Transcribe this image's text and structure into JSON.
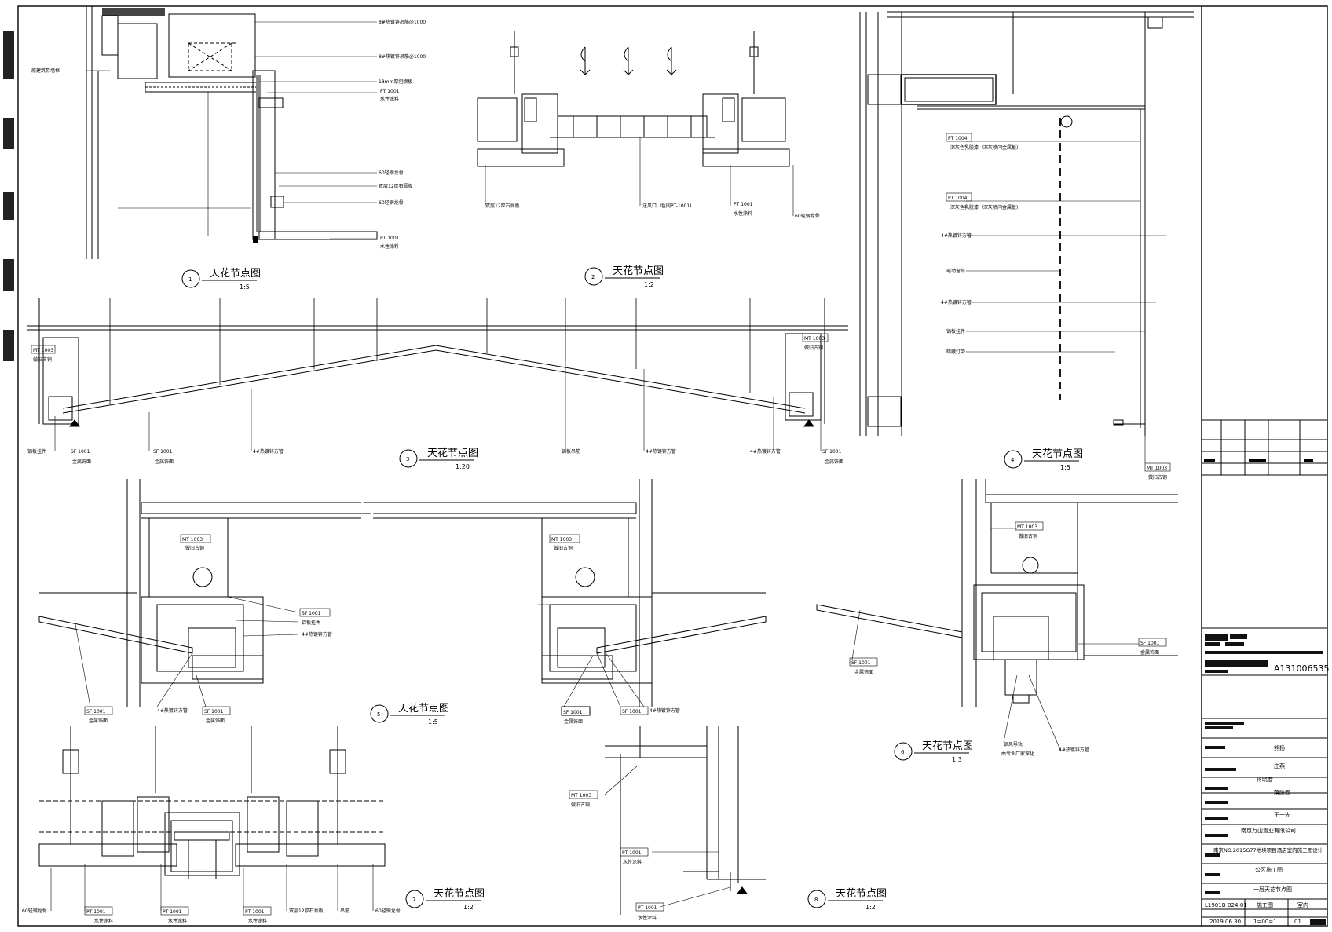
{
  "sheet": {
    "bottom_left_code": "L1901B-024-01",
    "stage": "施工图",
    "discipline": "室内",
    "date": "2019.06.30",
    "scale_text": "1=00=1",
    "page_num": "01",
    "cert_no": "A131006535",
    "client": "南京万山置业有限公司",
    "project": "南京NO.2015G77地块项目酒店室内施工图设计",
    "area": "公区施工图",
    "drawing": "一层天花节点图",
    "names": [
      "熊扬",
      "庄燕",
      "蒋晓春",
      "蒋晓春",
      "王一先"
    ]
  },
  "details": [
    {
      "num": "1",
      "title": "天花节点图",
      "scale": "1:5"
    },
    {
      "num": "2",
      "title": "天花节点图",
      "scale": "1:2"
    },
    {
      "num": "3",
      "title": "天花节点图",
      "scale": "1:20"
    },
    {
      "num": "4",
      "title": "天花节点图",
      "scale": "1:5"
    },
    {
      "num": "5",
      "title": "天花节点图",
      "scale": "1:5"
    },
    {
      "num": "6",
      "title": "天花节点图",
      "scale": "1:3"
    },
    {
      "num": "7",
      "title": "天花节点图",
      "scale": "1:2"
    },
    {
      "num": "8",
      "title": "天花节点图",
      "scale": "1:2"
    }
  ],
  "annotations": {
    "d1": [
      "8#热镀锌吊筋@1000",
      "8#热镀锌吊筋@1000",
      "原建筑幕墙框",
      "18mm厚阻燃板",
      "PT 1001",
      "水性涂料",
      "60轻钢龙骨",
      "双层12厚石膏板",
      "60轻钢龙骨",
      "PT 1001",
      "水性涂料"
    ],
    "d2": [
      "双层12厚石膏板",
      "送风口（色同PT-1001)",
      "PT 1001",
      "水性涂料",
      "60轻钢龙骨"
    ],
    "d3": [
      "MT 1003",
      "做旧古铜",
      "MT 1003",
      "做旧古铜",
      "铝板挂件",
      "SF 1001",
      "金属饰面",
      "SF 1001",
      "金属饰面",
      "4#热镀锌方管",
      "铝板吊筋",
      "4#热镀锌方管",
      "4#热镀锌方管",
      "SF 1001",
      "金属饰面"
    ],
    "d4": [
      "PT 1004",
      "深灰色乳胶漆（深灰喷闪金属板)",
      "PT 1004",
      "深灰色乳胶漆（深灰喷闪金属板)",
      "4#热镀锌方管",
      "电动窗帘",
      "4#热镀锌方管",
      "铝板挂件",
      "暗藏灯带",
      "MT 1003",
      "做旧古铜"
    ],
    "d5": [
      "MT 1003",
      "做旧古铜",
      "MT 1003",
      "做旧古铜",
      "SF 1001",
      "铝板挂件",
      "4#热镀锌方管",
      "SF 1001",
      "金属饰面",
      "4#热镀锌方管",
      "SF 1001",
      "金属饰面",
      "SF 1001",
      "金属饰面",
      "SF 1001",
      "4#热镀锌方管"
    ],
    "d6": [
      "MT 1003",
      "做旧古铜",
      "SF 1001",
      "金属饰面",
      "SF 1001",
      "金属饰面",
      "铝风导轨",
      "由专业厂家深化",
      "4#热镀锌方管"
    ],
    "d7": [
      "60轻钢龙骨",
      "PT 1001",
      "水性涂料",
      "PT 1001",
      "水性涂料",
      "PT 1001",
      "水性涂料",
      "双层12厚石膏板",
      "吊筋",
      "60轻钢龙骨"
    ],
    "d8": [
      "MT 1003",
      "做旧古铜",
      "PT 1001",
      "水性涂料",
      "PT 1001",
      "水性涂料"
    ]
  }
}
